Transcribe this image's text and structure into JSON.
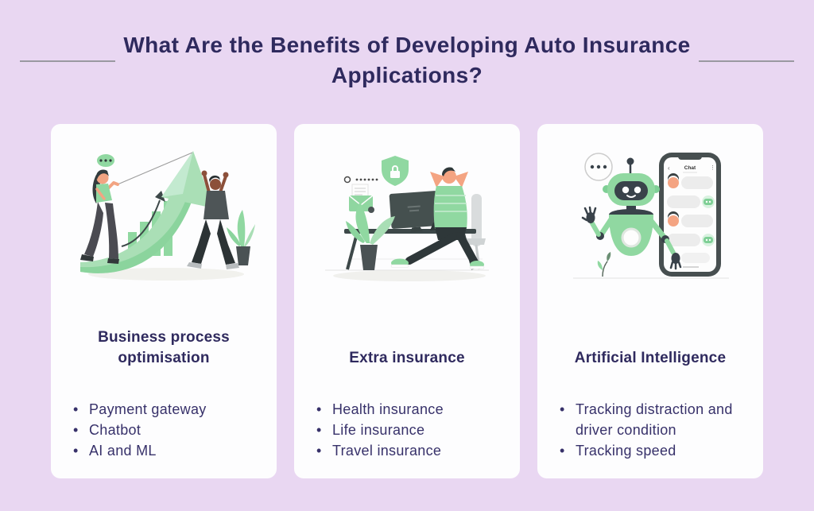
{
  "page": {
    "title": "What Are the Benefits of Developing Auto Insurance Applications?",
    "background_color": "#e9d7f2",
    "card_color": "#fdfdfe",
    "title_color": "#2f2a5e",
    "body_text_color": "#37316a",
    "accent_green": "#90d8a1",
    "rule_color": "#9a99a1"
  },
  "cards": [
    {
      "heading": "Business process optimisation",
      "items": [
        "Payment gateway",
        "Chatbot",
        "AI and ML"
      ],
      "illustration": "two-people-raising-growth-arrow"
    },
    {
      "heading": "Extra insurance",
      "items": [
        "Health insurance",
        "Life insurance",
        "Travel insurance"
      ],
      "illustration": "man-relaxing-at-secure-desk"
    },
    {
      "heading": "Artificial Intelligence",
      "items": [
        "Tracking distraction and driver condition",
        "Tracking speed"
      ],
      "illustration": "chatbot-robot-with-phone",
      "phone": {
        "chat_title": "Chat",
        "back_icon": "‹",
        "menu_icon": "⋮"
      }
    }
  ]
}
